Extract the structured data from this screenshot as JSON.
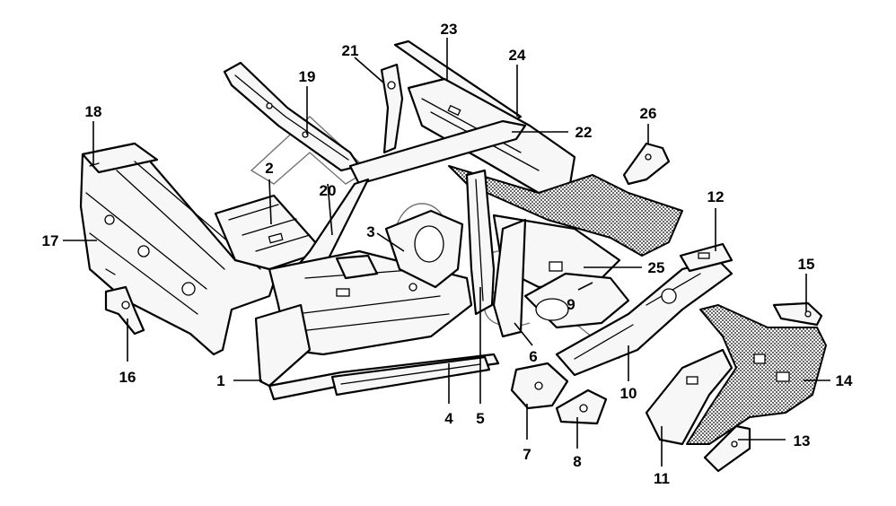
{
  "callouts": [
    {
      "id": "1",
      "label": "1"
    },
    {
      "id": "2",
      "label": "2"
    },
    {
      "id": "3",
      "label": "3"
    },
    {
      "id": "4",
      "label": "4"
    },
    {
      "id": "5",
      "label": "5"
    },
    {
      "id": "6",
      "label": "6"
    },
    {
      "id": "7",
      "label": "7"
    },
    {
      "id": "8",
      "label": "8"
    },
    {
      "id": "9",
      "label": "9"
    },
    {
      "id": "10",
      "label": "10"
    },
    {
      "id": "11",
      "label": "11"
    },
    {
      "id": "12",
      "label": "12"
    },
    {
      "id": "13",
      "label": "13"
    },
    {
      "id": "14",
      "label": "14"
    },
    {
      "id": "15",
      "label": "15"
    },
    {
      "id": "16",
      "label": "16"
    },
    {
      "id": "17",
      "label": "17"
    },
    {
      "id": "18",
      "label": "18"
    },
    {
      "id": "19",
      "label": "19"
    },
    {
      "id": "20",
      "label": "20"
    },
    {
      "id": "21",
      "label": "21"
    },
    {
      "id": "22",
      "label": "22"
    },
    {
      "id": "23",
      "label": "23"
    },
    {
      "id": "24",
      "label": "24"
    },
    {
      "id": "25",
      "label": "25"
    },
    {
      "id": "26",
      "label": "26"
    }
  ],
  "colors": {
    "ink": "#000000",
    "paper": "#ffffff",
    "panel": "#f7f7f7"
  }
}
